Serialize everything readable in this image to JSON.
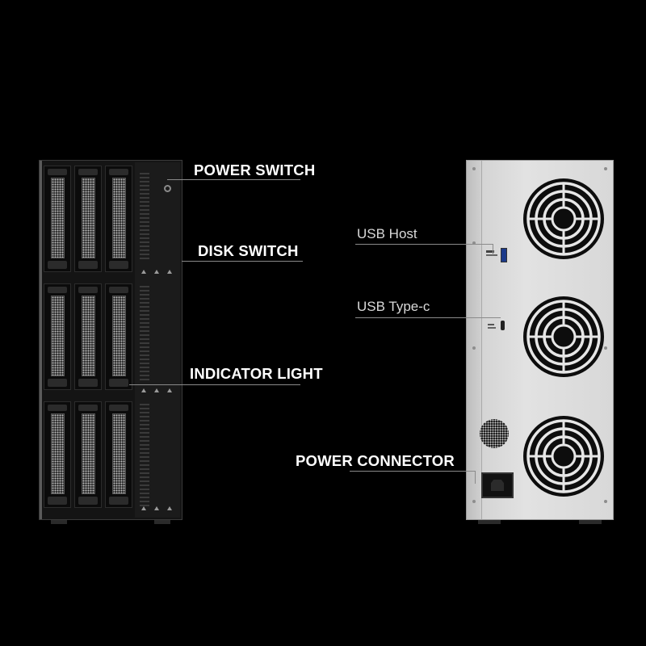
{
  "callouts": {
    "power_switch": "POWER SWITCH",
    "disk_switch": "DISK SWITCH",
    "indicator_light": "INDICATOR LIGHT",
    "usb_host": "USB Host",
    "usb_type_c": "USB Type-c",
    "power_connector": "POWER CONNECTOR"
  },
  "front_unit": {
    "drive_bays": 9,
    "bay_columns": 3,
    "bay_rows": 3
  },
  "back_unit": {
    "fans": 3
  },
  "colors": {
    "background": "#000000",
    "front_chassis": "#141414",
    "back_chassis": "#d8d8d8",
    "usb3_port": "#1b3a8a"
  }
}
